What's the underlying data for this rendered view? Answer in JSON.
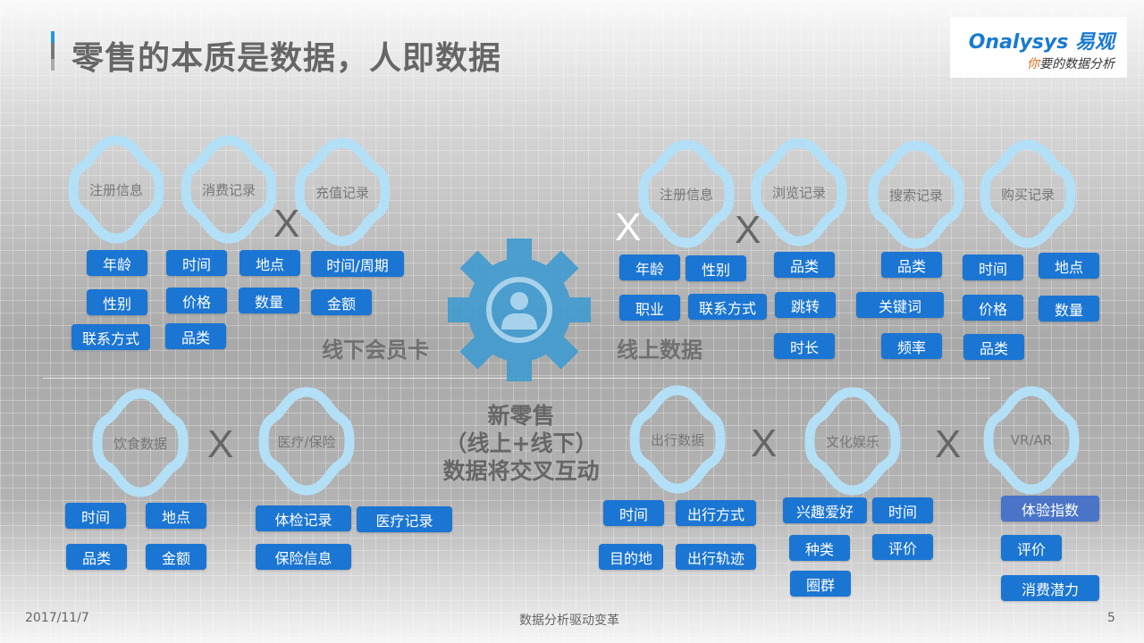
{
  "title": "零售的本质是数据，人即数据",
  "logo": {
    "brand": "Onalysys 易观",
    "slogan_first": "你",
    "slogan_rest": "要的数据分析"
  },
  "colors": {
    "tag": "#1b75d3",
    "tag_alt": "#4a74c8",
    "clover": "#b3e0f6"
  },
  "offline": {
    "label": "线下会员卡",
    "circles": [
      "注册信息",
      "消费记录",
      "充值记录"
    ],
    "tags": [
      "年龄",
      "时间",
      "地点",
      "时间/周期",
      "性别",
      "价格",
      "数量",
      "金额",
      "联系方式",
      "品类"
    ]
  },
  "online": {
    "label": "线上数据",
    "circles": [
      "注册信息",
      "浏览记录",
      "搜索记录",
      "购买记录"
    ],
    "tags": [
      "年龄",
      "性别",
      "品类",
      "品类",
      "时间",
      "地点",
      "职业",
      "联系方式",
      "跳转",
      "关键词",
      "价格",
      "数量",
      "时长",
      "频率",
      "品类"
    ]
  },
  "center": {
    "line1": "新零售",
    "line2": "（线上+线下）",
    "line3": "数据将交叉互动"
  },
  "bottom": {
    "circles": [
      "饮食数据",
      "医疗/保险",
      "出行数据",
      "文化娱乐",
      "VR/AR"
    ],
    "tags": [
      "时间",
      "地点",
      "品类",
      "金额",
      "体检记录",
      "医疗记录",
      "保险信息",
      "时间",
      "出行方式",
      "目的地",
      "出行轨迹",
      "兴趣爱好",
      "时间",
      "种类",
      "评价",
      "圈群",
      "体验指数",
      "评价",
      "消费潜力"
    ]
  },
  "cross": "X",
  "footer": {
    "date": "2017/11/7",
    "center": "数据分析驱动变革",
    "page": "5"
  }
}
